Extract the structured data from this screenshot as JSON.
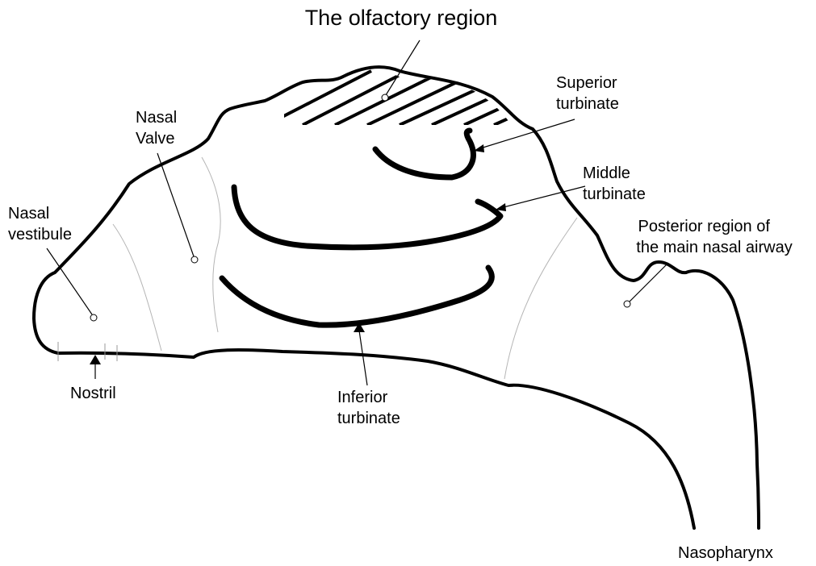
{
  "title": "The olfactory region",
  "labels": {
    "superior_turbinate": [
      "Superior",
      "turbinate"
    ],
    "nasal_valve": [
      "Nasal",
      "Valve"
    ],
    "middle_turbinate": [
      "Middle",
      "turbinate"
    ],
    "nasal_vestibule": [
      "Nasal",
      "vestibule"
    ],
    "posterior_region": [
      "Posterior region of",
      "the main nasal airway"
    ],
    "nostril": "Nostril",
    "inferior_turbinate": [
      "Inferior",
      "turbinate"
    ],
    "nasopharynx": "Nasopharynx"
  }
}
